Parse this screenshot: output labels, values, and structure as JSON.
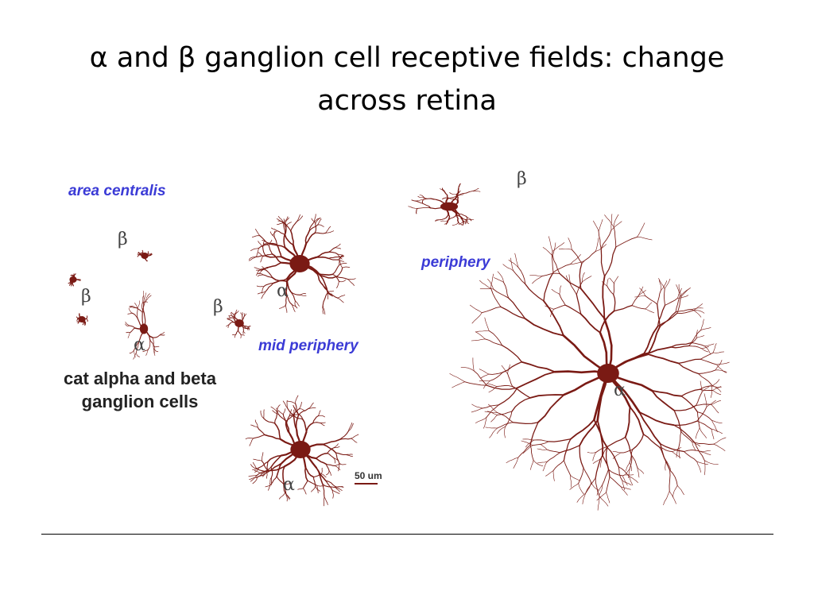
{
  "slide": {
    "title": "α and β ganglion cell receptive fields: change across retina"
  },
  "figure": {
    "region_labels": {
      "area_centralis": "area centralis",
      "mid_periphery": "mid periphery",
      "periphery": "periphery"
    },
    "cell_labels": {
      "alpha": "α",
      "beta": "β"
    },
    "caption_line1": "cat alpha and beta",
    "caption_line2": "ganglion cells",
    "scale_bar": "50 um",
    "colors": {
      "neuron": "#7a1a14",
      "region_label": "#3b3bd6",
      "text": "#222222"
    }
  }
}
